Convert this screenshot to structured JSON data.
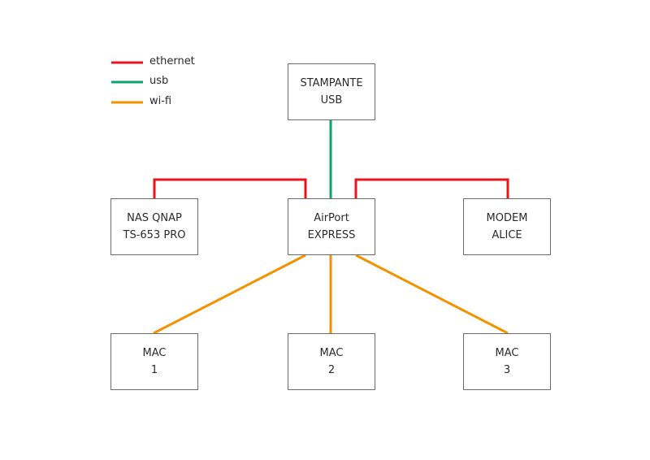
{
  "colors": {
    "ethernet": "#e8141a",
    "usb": "#0aa56c",
    "wifi": "#f39200",
    "box_border": "#6b6b6b"
  },
  "legend": [
    {
      "key": "ethernet",
      "label": "ethernet"
    },
    {
      "key": "usb",
      "label": "usb"
    },
    {
      "key": "wifi",
      "label": "wi-fi"
    }
  ],
  "nodes": {
    "printer": {
      "line1": "STAMPANTE",
      "line2": "USB"
    },
    "nas": {
      "line1": "NAS QNAP",
      "line2": "TS-653 PRO"
    },
    "airport": {
      "line1": "AirPort",
      "line2": "EXPRESS"
    },
    "modem": {
      "line1": "MODEM",
      "line2": "ALICE"
    },
    "mac1": {
      "line1": "MAC",
      "line2": "1"
    },
    "mac2": {
      "line1": "MAC",
      "line2": "2"
    },
    "mac3": {
      "line1": "MAC",
      "line2": "3"
    }
  },
  "connections": [
    {
      "from": "printer",
      "to": "airport",
      "type": "usb"
    },
    {
      "from": "nas",
      "to": "airport",
      "type": "ethernet"
    },
    {
      "from": "airport",
      "to": "modem",
      "type": "ethernet"
    },
    {
      "from": "airport",
      "to": "mac1",
      "type": "wifi"
    },
    {
      "from": "airport",
      "to": "mac2",
      "type": "wifi"
    },
    {
      "from": "airport",
      "to": "mac3",
      "type": "wifi"
    }
  ]
}
